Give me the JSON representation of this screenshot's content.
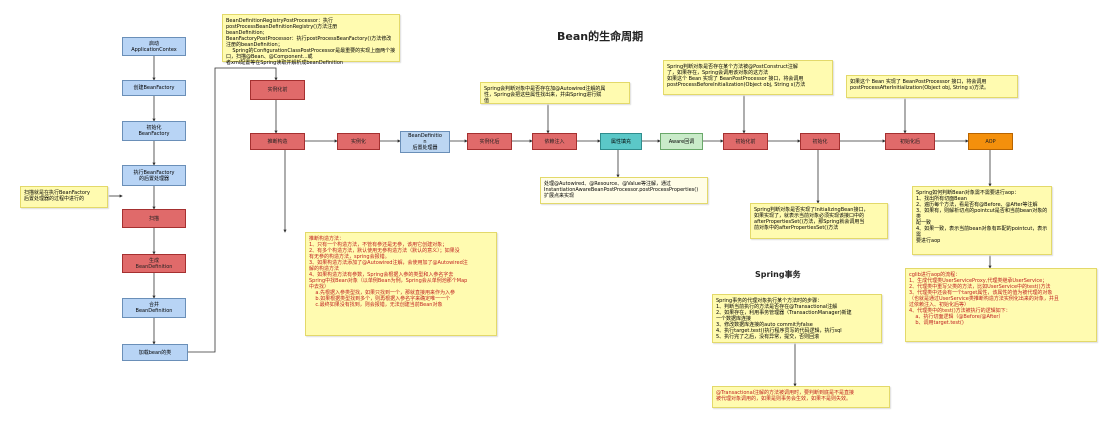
{
  "title": "Bean的生命周期",
  "subtitle": "Spring事务",
  "left_flow": [
    "启动\nApplicationContex",
    "创建BeanFactory",
    "初始化\nBeanFactory",
    "执行BeanFactory\n的后置处理器",
    "扫描",
    "生成\nBeanDefinition",
    "合并\nBeanDefinition",
    "加载bean的类"
  ],
  "main_flow": [
    "推断构造",
    "实例化",
    "BeanDefinitio\nn\n后置处理器",
    "实例化后",
    "依赖注入",
    "属性填充",
    "Aware回调",
    "初始化前",
    "初始化",
    "初始化后",
    "AOP"
  ],
  "instantiate_before": "实例化前",
  "notes": {
    "scan_note": "扫描就是在执行BeanFactory\n后置处理器的过程中进行的",
    "top_note": "BeanDefinitionRegistryPostProcessor：执行postProcessBeanDefinitionRegistry()方法注册\nbeanDefinition;\nBeanFactoryPostProcessor：执行postProcessBeanFactory()方法修改注册的beanDefinition；\n    Spring的ConfigurationClassPostProcessor是最重要的实现上面两个接口，扫描@Bean、@Component...或\n者xml配置等在Spring读取并解析成beanDefinition",
    "autowired_note": "Spring会判断对象中是否存在加@Autowired注解的属\n性，Spring会把这些属性找出来，并由Spring进行赋\n值",
    "postconstruct_note": "Spring判断对象是否存在某个方法被@PostConstruct注解\n了，如果存在，Spring会调用该对象的这方法\n如果这个 Bean 实现了 BeanPostProcessor 接口，将会调用\npostProcessBeforeInitialization(Object obj, String s)方法",
    "after_init_note": "如果这个 Bean 实现了 BeanPostProcessor 接口，将会调用\npostProcessAfterInitialization(Object obj, String s)方法。",
    "aware_note": "处理@Autowired、@Resource、@Value等注解，通过\nInstantiationAwareBeanPostProcessor.postProcessProperties()\n扩展点来实现",
    "init_note": "Spring判断对象是否实现了InitializingBean接口，\n如果实现了，就表示当前对象必须实现该接口中的\nafterPropertiesSet()方法，那Spring就会调用当\n前对象中的afterPropertiesSet()方法",
    "aop_note": "Spring如何判断Bean对象需不需要进行aop：\n1、找出所有切面Bean\n2、遍历每个方法，看是否有@Before、@After等注解\n3、如果有，则解析切点的pointcut是否和当前bean对象的类\n配一致\n4、如果一致，表示当前bean对象有匹配的pointcut，表示需\n要进行aop",
    "constructor_note": "推断构造方法：\n1、只有一个构造方法，不管有参还是无参，该用它创建对象；\n2、有多个构造方法，默认使用无参构造方法（默认的意义）；如果没\n有无参的构造方法，spring会报错。\n3、如果构造方法添加了@Autowired注解，会使用加了@Autowired注\n解的构造方法\n4、如果构造方法有参数，Spring会根据入参的类型和入参名字去\nSpring中找Bean对象（以单例Bean为例，Spring会从单例池那个Map\n中去找）\n    a.先根据入参类型找，如果只找到一个，那就直接用来作为入参\n    b.如果根据类型找到多个，则再根据入参名字来确定唯一一个\n    c.最终如果没有找到，则会报错，无法创建当前Bean对象",
    "cglib_note": "cglib进行aop的流程：\n1、生成代理类UserServiceProxy,代理类继承UserService；\n2、代理类中重写父类的方法，比如UserService中的test()方法\n3、代理类中还会有一个target属性，该属性的值为被代理的对象\n（也就是通过UserService类推断构造方法实例化出来的对象，并且\n过依赖注入、初始化后等）\n4、代理类中的test()方法被执行的逻辑如下：\n    a、执行切面逻辑（@Before/@After）\n    b、调用target.test()",
    "tx_note": "Spring事务的代理对象执行某个方法时的步骤：\n1、判断当前执行的方法是否存在@Transactional注解\n2、如果存在，利用事务管理器（TransactionManager)新建\n一个数据库连接\n3、修改数据库连接的auto commit为false\n4、执行target.test()执行程序员写的代码逻辑，执行sql\n5、执行完了之后，没有异常，提交，否则回滚",
    "tx_warn_note": "@Transactional注解的方法被调用时，要判断到底是不是直接\n被代理对象调用的，如果是则事务会生效，如果不是则失效。"
  },
  "colors": {
    "blue": "#b8d4f5",
    "red": "#e06a6a",
    "teal": "#5bc8c8",
    "green": "#c9ebc9",
    "orange": "#f4900c",
    "note": "#fffbb0"
  }
}
